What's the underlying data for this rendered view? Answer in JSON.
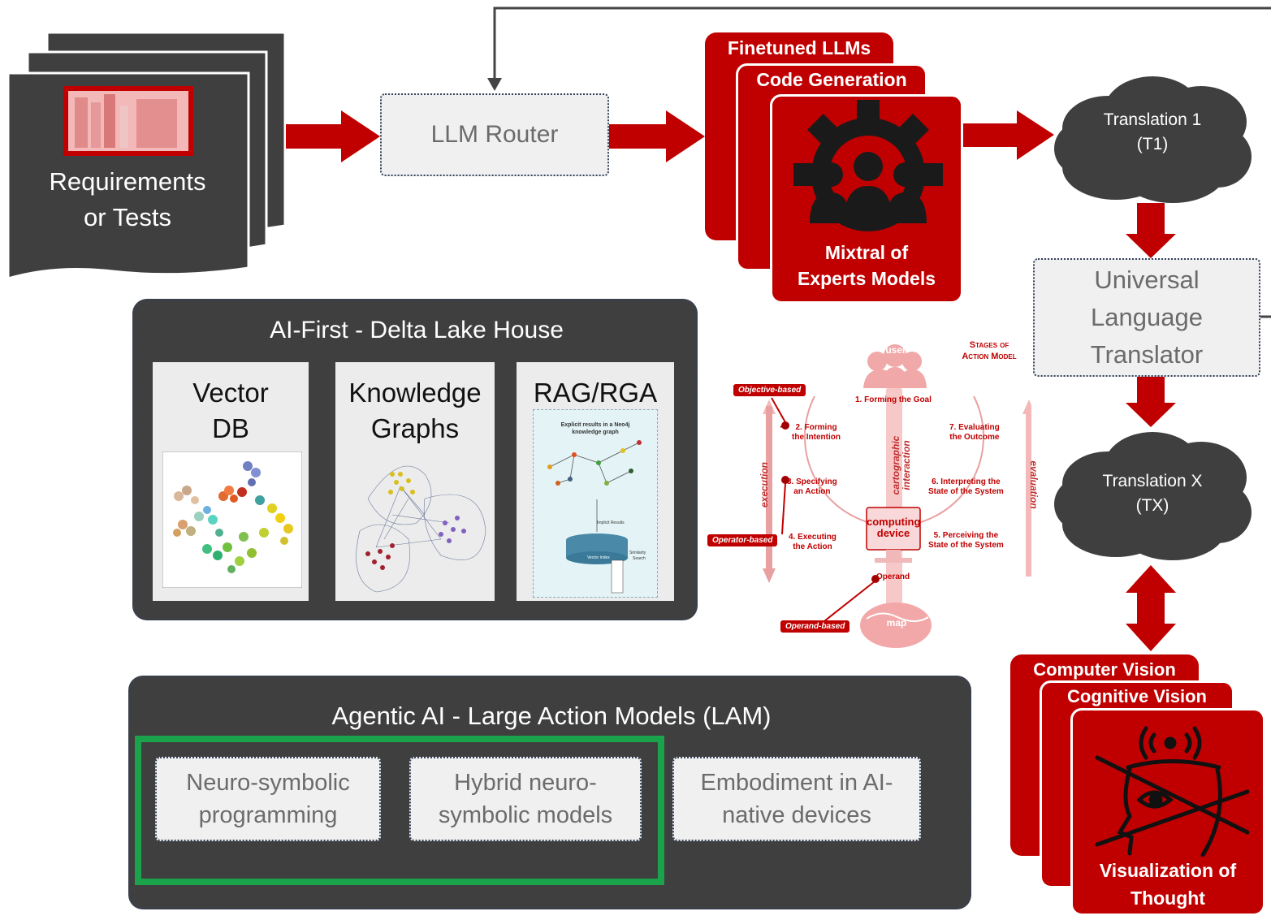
{
  "requirements": {
    "line1": "Requirements",
    "line2": "or Tests"
  },
  "router": {
    "label": "LLM Router"
  },
  "models": {
    "tab1": "Finetuned LLMs",
    "tab2": "Code Generation",
    "main_line1": "Mixtral of",
    "main_line2": "Experts Models"
  },
  "translation1": {
    "line1": "Translation 1",
    "line2": "(T1)"
  },
  "universal": {
    "line1": "Universal",
    "line2": "Language",
    "line3": "Translator"
  },
  "translationX": {
    "line1": "Translation X",
    "line2": "(TX)"
  },
  "deltalake": {
    "title": "AI-First - Delta Lake House",
    "panels": [
      {
        "title_line1": "Vector",
        "title_line2": "DB"
      },
      {
        "title_line1": "Knowledge",
        "title_line2": "Graphs"
      },
      {
        "title_line1": "RAG/RGA",
        "title_line2": ""
      }
    ],
    "rag_caption_line1": "Explicit results in a Neo4j",
    "rag_caption_line2": "knowledge graph",
    "rag_implicit": "Implicit Results",
    "rag_vector_index": "Vector Index",
    "rag_similarity": "Similarity",
    "rag_search": "Search"
  },
  "action_model": {
    "heading_line1": "Stages of",
    "heading_line2": "Action Model",
    "user": "user",
    "map": "map",
    "device_line1": "computing",
    "device_line2": "device",
    "operand": "Operand",
    "execution": "execution",
    "evaluation": "evaluation",
    "cartographic_line1": "cartographic",
    "cartographic_line2": "interaction",
    "objective_based": "Objective-based",
    "operator_based": "Operator-based",
    "operand_based": "Operand-based",
    "stages": [
      "1. Forming the Goal",
      "2. Forming",
      "the Intention",
      "3. Specifying",
      "an Action",
      "4. Executing",
      "the Action",
      "5. Perceiving the",
      "State of the System",
      "6. Interpreting the",
      "State of the System",
      "7. Evaluating",
      "the Outcome"
    ]
  },
  "agentic": {
    "title": "Agentic AI - Large Action Models (LAM)",
    "boxes": [
      {
        "line1": "Neuro-symbolic",
        "line2": "programming"
      },
      {
        "line1": "Hybrid neuro-",
        "line2": "symbolic models"
      },
      {
        "line1": "Embodiment in AI-",
        "line2": "native devices"
      }
    ]
  },
  "vision": {
    "tab1": "Computer Vision",
    "tab2": "Cognitive Vision",
    "main_line1": "Visualization of",
    "main_line2": "Thought"
  },
  "colors": {
    "red": "#c00000",
    "dark": "#3f3f3f",
    "green": "#1aa34a",
    "light": "#f0f0f0"
  }
}
